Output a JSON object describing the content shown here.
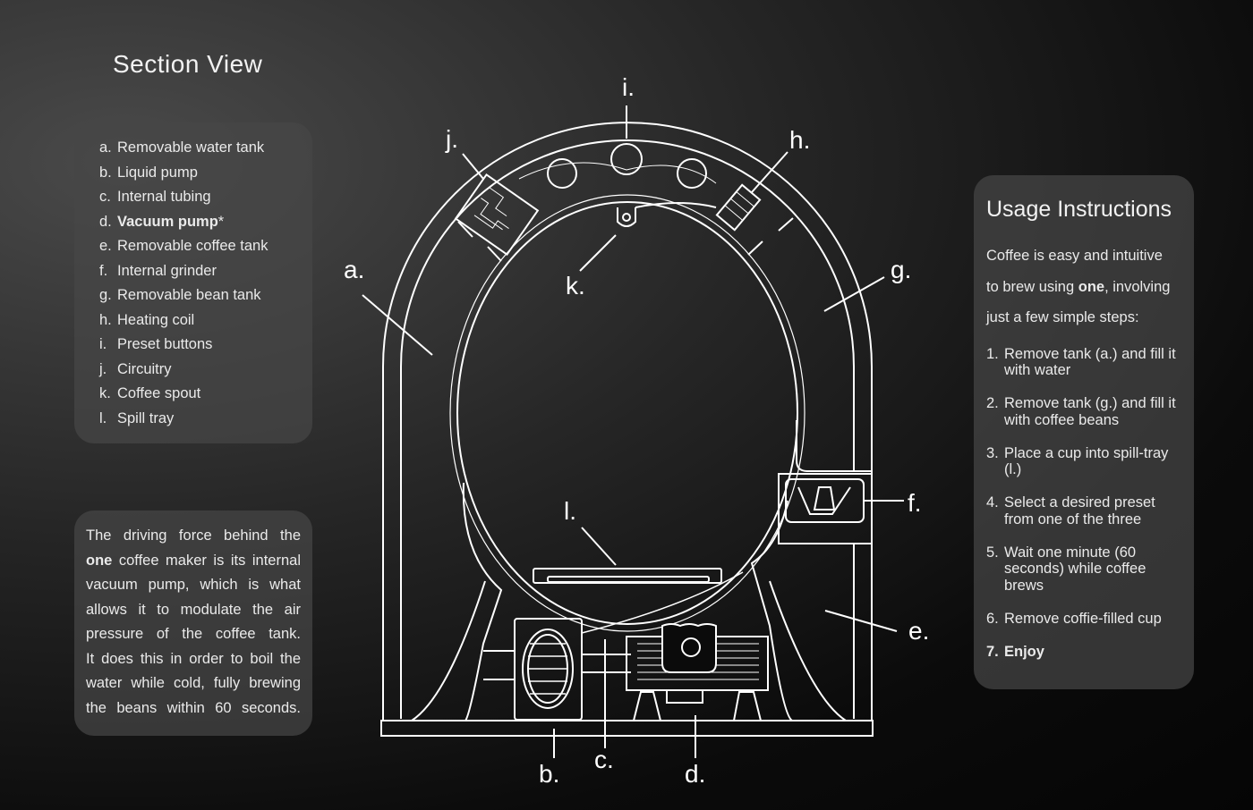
{
  "title": "Section View",
  "legend": [
    {
      "key": "a.",
      "label": "Removable water tank"
    },
    {
      "key": "b.",
      "label": "Liquid pump"
    },
    {
      "key": "c.",
      "label": "Internal tubing"
    },
    {
      "key": "d.",
      "label": "Vacuum pump",
      "suffix": "*"
    },
    {
      "key": "e.",
      "label": "Removable coffee tank"
    },
    {
      "key": "f.",
      "label": "Internal grinder"
    },
    {
      "key": "g.",
      "label": "Removable bean tank"
    },
    {
      "key": "h.",
      "label": "Heating coil"
    },
    {
      "key": "i.",
      "label": "Preset buttons"
    },
    {
      "key": "j.",
      "label": "Circuitry"
    },
    {
      "key": "k.",
      "label": "Coffee spout"
    },
    {
      "key": "l.",
      "label": "Spill tray"
    }
  ],
  "about": {
    "lines": [
      "The driving force behind the",
      "coffee maker is its internal",
      "vacuum pump, which is what",
      "allows it to modulate the air",
      "pressure of the coffee tank.",
      "It does this in order to boil the",
      "water while cold, fully brewing",
      "the beans within 60 seconds."
    ],
    "brand": "one"
  },
  "usage": {
    "title": "Usage Instructions",
    "intro": [
      "Coffee is easy and intuitive",
      "to brew using ",
      ", involving",
      "just a few simple steps:"
    ],
    "brand": "one",
    "steps": [
      {
        "n": "1.",
        "text": "Remove tank (a.) and fill it with water"
      },
      {
        "n": "2.",
        "text": "Remove tank (g.) and fill it with coffee beans"
      },
      {
        "n": "3.",
        "text": "Place a cup into spill-tray (l.)"
      },
      {
        "n": "4.",
        "text": "Select a desired preset from one of the three"
      },
      {
        "n": "5.",
        "text": "Wait one minute (60 seconds) while coffee brews"
      },
      {
        "n": "6.",
        "text": "Remove coffie-filled cup"
      },
      {
        "n": "7.",
        "text": "Enjoy"
      }
    ]
  },
  "diagram_labels": {
    "a": "a.",
    "b": "b.",
    "c": "c.",
    "d": "d.",
    "e": "e.",
    "f": "f.",
    "g": "g.",
    "h": "h.",
    "i": "i.",
    "j": "j.",
    "k": "k.",
    "l": "l."
  }
}
